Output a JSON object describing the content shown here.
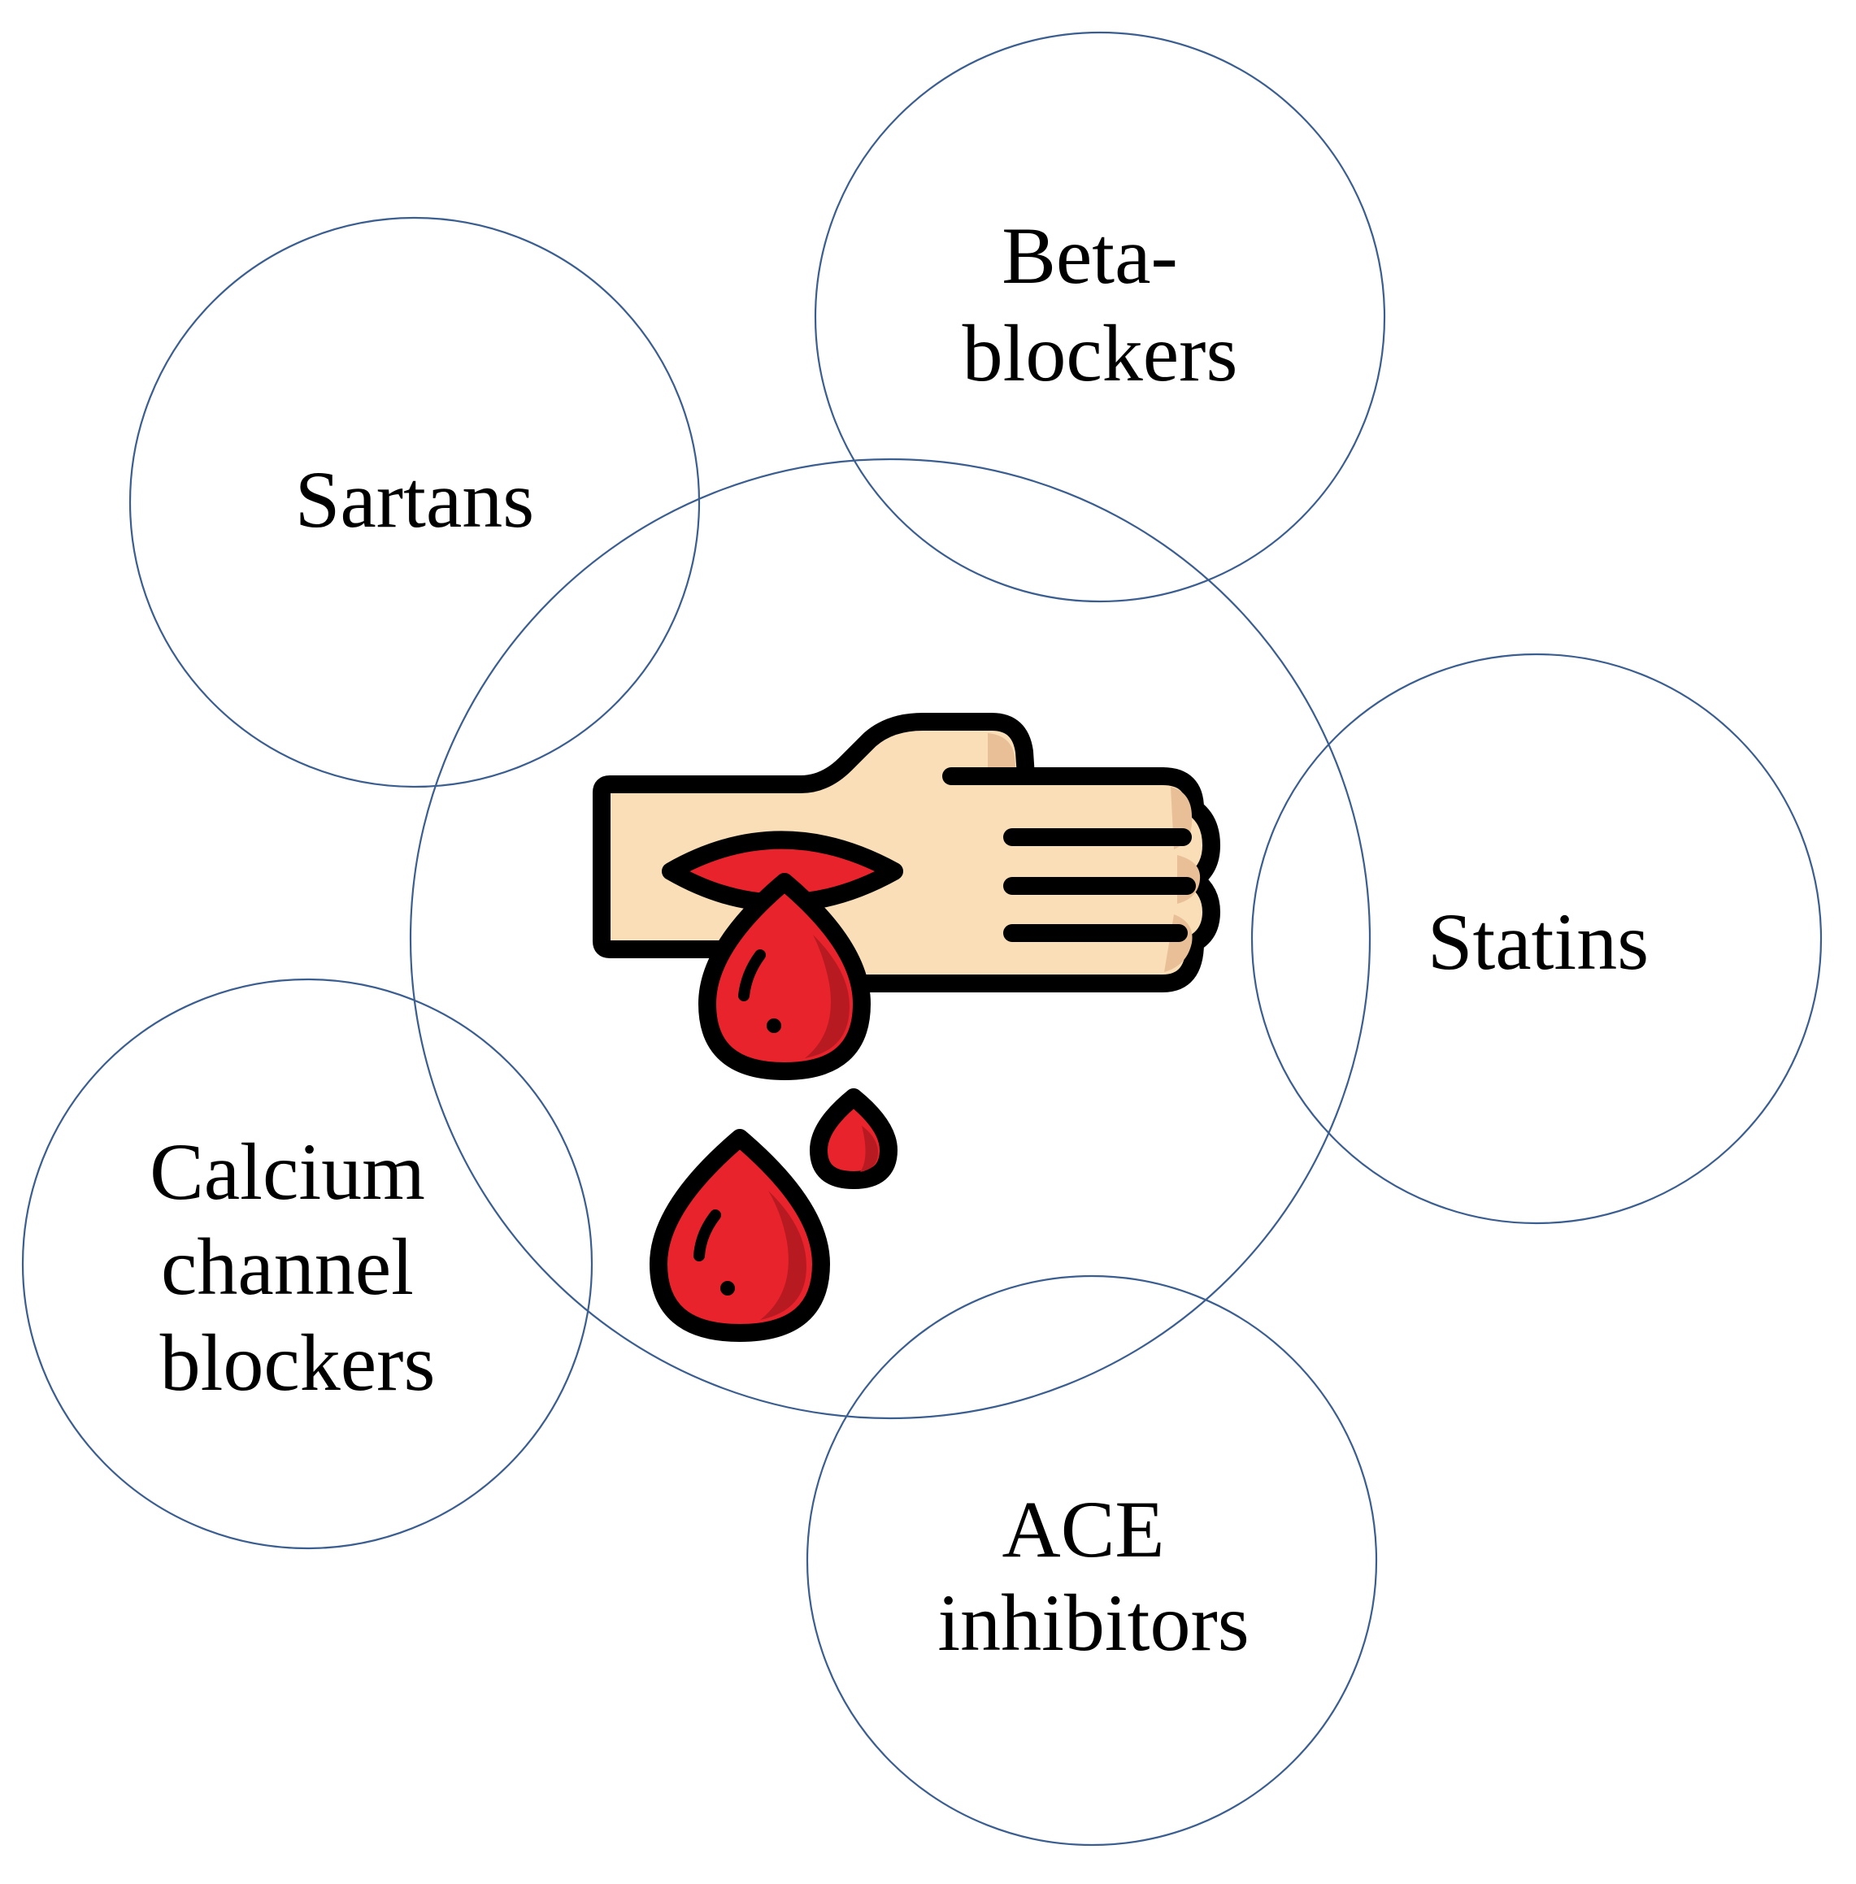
{
  "center": {
    "icon": "bleeding-hand-icon",
    "colors": {
      "skin": "#f9deb7",
      "skin_shade": "#e9bf97",
      "blood": "#e8232b",
      "blood_shade": "#b81a22",
      "outline": "#000000"
    }
  },
  "circle_stroke_color": "#3b5e91",
  "drugs": {
    "beta_blockers": {
      "line1": "Beta-",
      "line2": "blockers"
    },
    "sartans": {
      "line1": "Sartans"
    },
    "statins": {
      "line1": "Statins"
    },
    "calcium_channel_blockers": {
      "line1": "Calcium",
      "line2": "channel",
      "line3": "blockers"
    },
    "ace_inhibitors": {
      "line1": "ACE",
      "line2": "inhibitors"
    }
  }
}
